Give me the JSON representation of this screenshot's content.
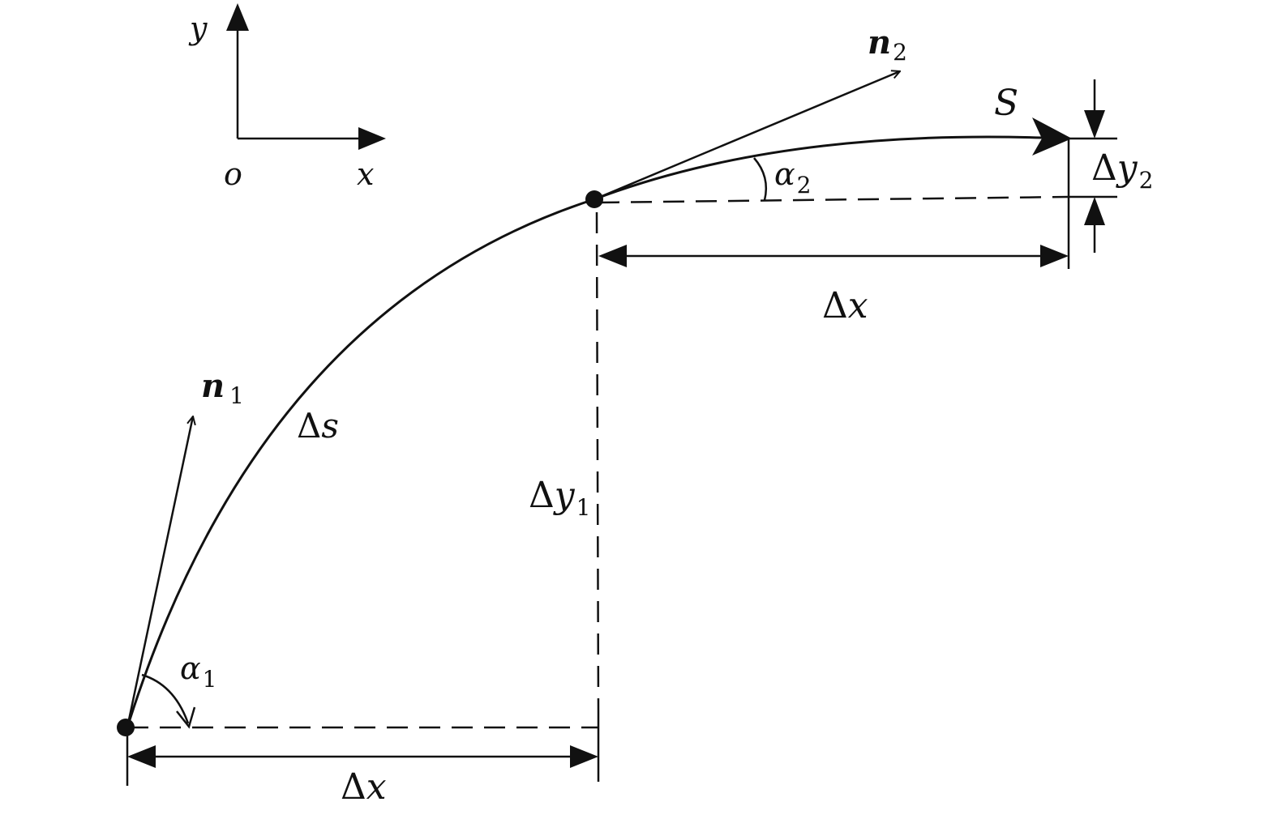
{
  "axes": {
    "y": "y",
    "x": "x",
    "origin": "o"
  },
  "vectors": {
    "n1": {
      "base": "n",
      "sub": "1"
    },
    "n2": {
      "base": "n",
      "sub": "2"
    }
  },
  "angles": {
    "a1": {
      "base": "α",
      "sub": "1"
    },
    "a2": {
      "base": "α",
      "sub": "2"
    }
  },
  "curve": {
    "name": "S",
    "arc": {
      "delta": "Δ",
      "var": "s"
    }
  },
  "dims": {
    "dx_top": {
      "delta": "Δ",
      "var": "x"
    },
    "dx_bottom": {
      "delta": "Δ",
      "var": "x"
    },
    "dy1": {
      "delta": "Δ",
      "var": "y",
      "sub": "1"
    },
    "dy2": {
      "delta": "Δ",
      "var": "y",
      "sub": "2"
    }
  },
  "colors": {
    "ink": "#111111",
    "background": "#ffffff"
  }
}
